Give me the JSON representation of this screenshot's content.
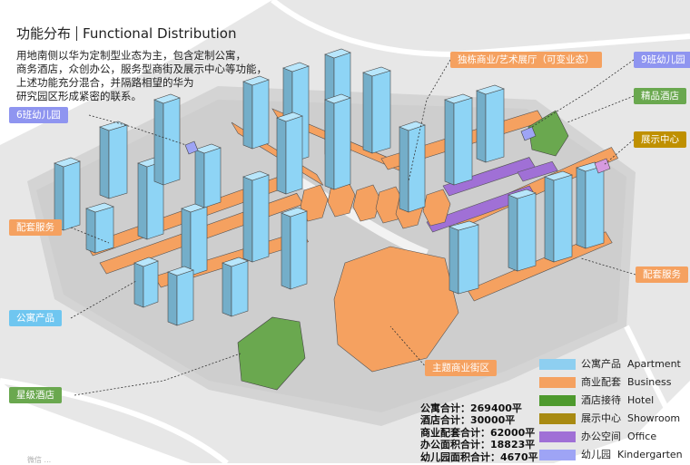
{
  "title": {
    "cn": "功能分布",
    "en": "Functional Distribution"
  },
  "description": [
    "用地南侧以华为定制型业态为主，包含定制公寓，",
    "商务酒店，众创办公，服务型商街及展示中心等功能，",
    "上述功能充分混合，并隔路相望的华为",
    "研究园区形成紧密的联系。"
  ],
  "callouts": [
    {
      "id": "kindergarten-6",
      "text": "6班幼儿园",
      "color": "#8f95f0"
    },
    {
      "id": "support-services-left",
      "text": "配套服务",
      "color": "#f5a160"
    },
    {
      "id": "apartment-product",
      "text": "公寓产品",
      "color": "#6fc6f0"
    },
    {
      "id": "star-hotel",
      "text": "星级酒店",
      "color": "#6aa84f"
    },
    {
      "id": "commercial-street",
      "text": "主题商业街区",
      "color": "#f5a160"
    },
    {
      "id": "standalone-commercial",
      "text": "独栋商业/艺术展厅（可变业态）",
      "color": "#f5a160"
    },
    {
      "id": "kindergarten-9",
      "text": "9班幼儿园",
      "color": "#8f95f0"
    },
    {
      "id": "boutique-hotel",
      "text": "精品酒店",
      "color": "#6aa84f"
    },
    {
      "id": "exhibition-center",
      "text": "展示中心",
      "color": "#bf9000"
    },
    {
      "id": "support-services-right",
      "text": "配套服务",
      "color": "#f5a160"
    }
  ],
  "legend": [
    {
      "cn": "公寓产品",
      "en": "Apartment",
      "color": "#8ecff0"
    },
    {
      "cn": "商业配套",
      "en": "Business",
      "color": "#f5a160"
    },
    {
      "cn": "酒店接待",
      "en": "Hotel",
      "color": "#4e9a2e"
    },
    {
      "cn": "展示中心",
      "en": "Showroom",
      "color": "#a88a12"
    },
    {
      "cn": "办公空间",
      "en": "Office",
      "color": "#a070d6"
    },
    {
      "cn": "幼儿园",
      "en": "Kindergarten",
      "color": "#9ea4f5"
    }
  ],
  "stats": [
    "公寓合计：269400平",
    "酒店合计：30000平",
    "商业配套合计：62000平",
    "办公面积合计：18823平",
    "幼儿园面积合计：4670平"
  ],
  "footer": "微信 ..."
}
